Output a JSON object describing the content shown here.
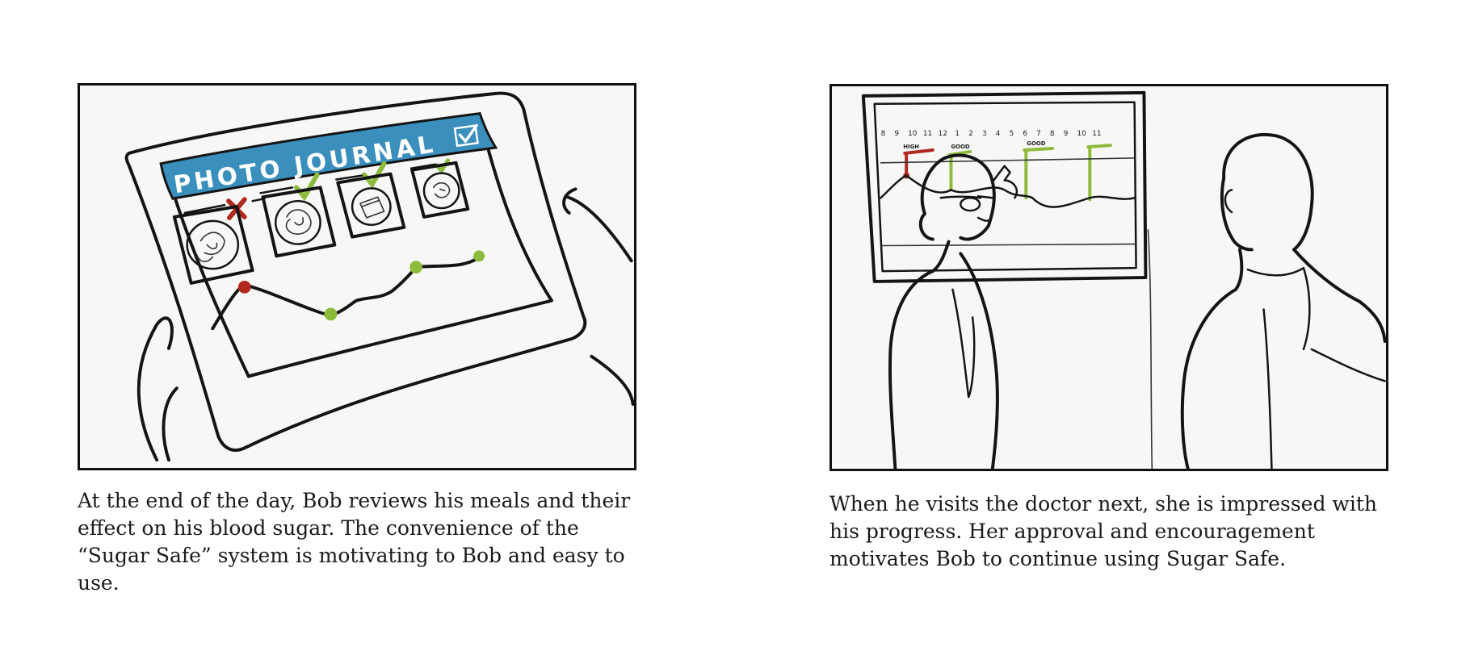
{
  "panels": [
    {
      "id": "left",
      "screen_title": "PHOTO JOURNAL",
      "caption": "At the end of the day, Bob reviews his meals and their effect on his blood sugar. The convenience of the “Sugar Safe” system is motivating to Bob and easy to use.",
      "icons": [
        "checkbox-icon",
        "red-x-icon",
        "green-check-icon"
      ],
      "colors": {
        "banner": "#3a8fbd",
        "bad": "#b0281e",
        "good": "#8dbb3c"
      }
    },
    {
      "id": "right",
      "chart_ticks": [
        "8",
        "9",
        "10",
        "11",
        "12",
        "1",
        "2",
        "3",
        "4",
        "5",
        "6",
        "7",
        "8",
        "9",
        "10",
        "11"
      ],
      "chart_tags": [
        "HIGH",
        "GOOD",
        "GOOD"
      ],
      "caption": "When he visits the doctor next, she is impressed with his progress. Her approval and encouragement motivates Bob to continue using Sugar Safe.",
      "colors": {
        "bad": "#b0281e",
        "good": "#8dbb3c"
      }
    }
  ]
}
